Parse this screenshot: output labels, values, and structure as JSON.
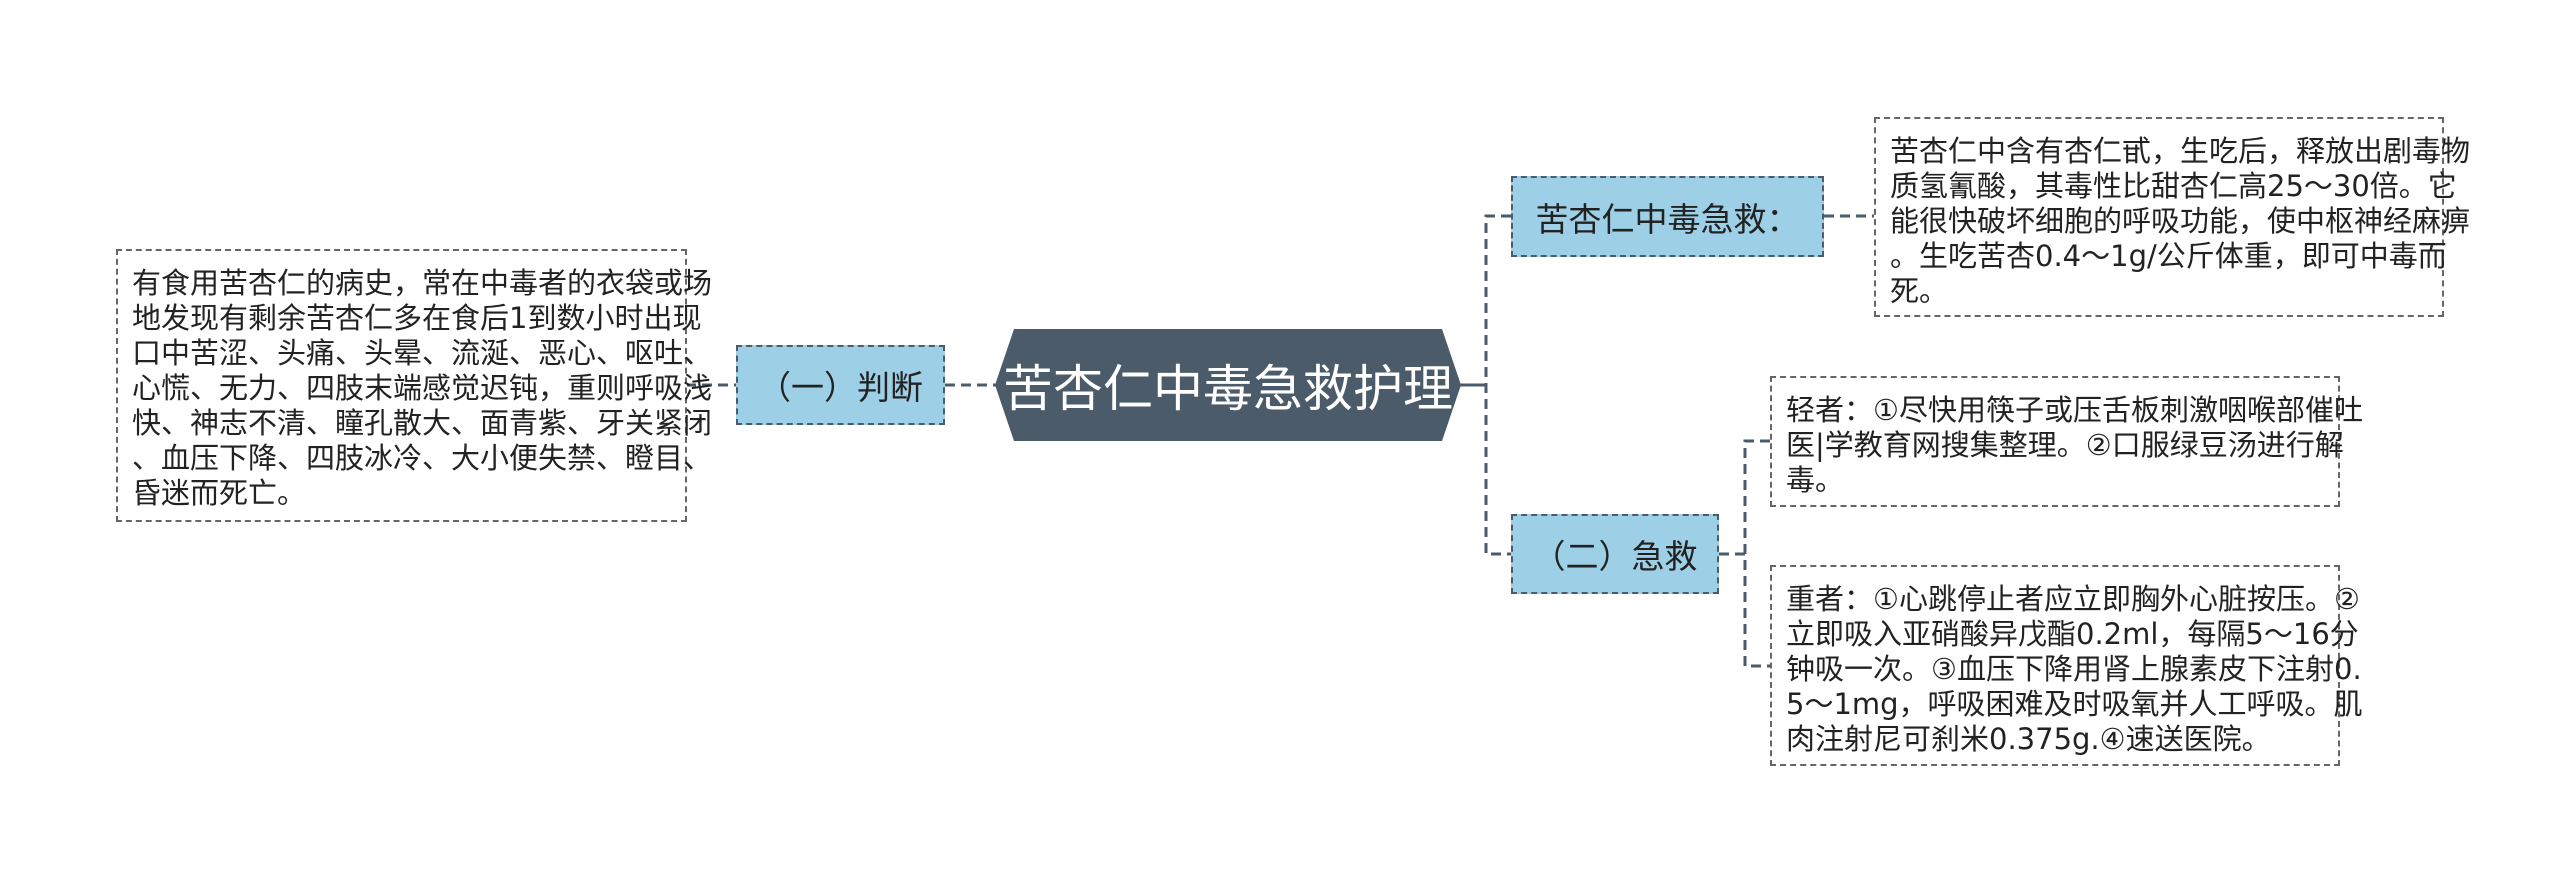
{
  "colors": {
    "center_fill": "#4b5b6a",
    "branch_fill": "#9dcfe6",
    "line": "#4b5b6a",
    "note_border": "#666666"
  },
  "center": {
    "label": "苦杏仁中毒急救护理"
  },
  "left_branch": {
    "label": "（一）判断",
    "note_lines": [
      "有食用苦杏仁的病史，常在中毒者的衣袋或场",
      "地发现有剩余苦杏仁多在食后1到数小时出现",
      "口中苦涩、头痛、头晕、流涎、恶心、呕吐、",
      "心慌、无力、四肢末端感觉迟钝，重则呼吸浅",
      "快、神志不清、瞳孔散大、面青紫、牙关紧闭",
      "、血压下降、四肢冰冷、大小便失禁、瞪目、",
      "昏迷而死亡。"
    ]
  },
  "right_branch_1": {
    "label": "苦杏仁中毒急救：",
    "note_lines": [
      "苦杏仁中含有杏仁甙，生吃后，释放出剧毒物",
      "质氢氰酸，其毒性比甜杏仁高25～30倍。它",
      "能很快破坏细胞的呼吸功能，使中枢神经麻痹",
      "。生吃苦杏0.4～1g/公斤体重，即可中毒而",
      "死。"
    ]
  },
  "right_branch_2": {
    "label": "（二）急救",
    "mild_lines": [
      "轻者：①尽快用筷子或压舌板刺激咽喉部催吐",
      "医|学教育网搜集整理。②口服绿豆汤进行解",
      "毒。"
    ],
    "severe_lines": [
      "重者：①心跳停止者应立即胸外心脏按压。②",
      "立即吸入亚硝酸异戊酯0.2ml，每隔5～16分",
      "钟吸一次。③血压下降用肾上腺素皮下注射0.",
      "5～1mg，呼吸困难及时吸氧并人工呼吸。肌",
      "肉注射尼可刹米0.375g.④速送医院。"
    ]
  }
}
